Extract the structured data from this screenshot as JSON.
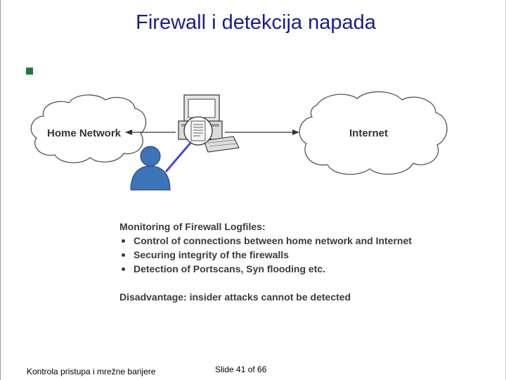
{
  "title": "Firewall i detekcija napada",
  "diagram": {
    "home_network_label": "Home Network",
    "internet_label": "Internet",
    "monitoring_heading": "Monitoring of Firewall Logfiles:",
    "bullets": [
      "Control of connections between home network and Internet",
      "Securing integrity of the firewalls",
      "Detection of Portscans, Syn flooding etc."
    ],
    "disadvantage": "Disadvantage: insider attacks cannot be detected"
  },
  "footer": {
    "left": "Kontrola pristupa i mrežne barijere",
    "slide": "Slide 41 of 66"
  },
  "colors": {
    "title": "#1c1c8c",
    "bullet": "#1d7a3c",
    "person": "#3d73b8",
    "link": "#4a4ac8"
  }
}
